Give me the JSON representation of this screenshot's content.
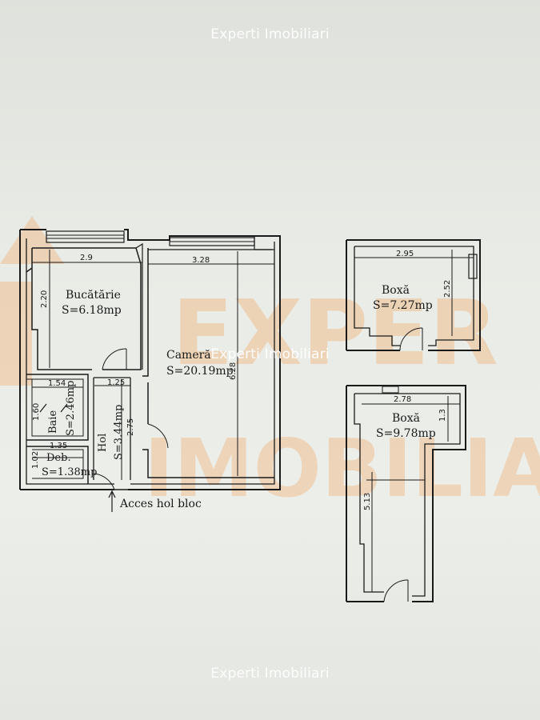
{
  "watermark": {
    "brand_text": "Experti Imobiliari",
    "logo_text": "EXPERTI IMOBILIARE"
  },
  "apartment": {
    "kitchen": {
      "name": "Bucătărie",
      "area": "S=6.18mp",
      "width_dim": "2.9",
      "height_dim": "2.20"
    },
    "room": {
      "name": "Cameră",
      "area": "S=20.19mp",
      "width_dim": "3.28",
      "height_dim": "6.28"
    },
    "bath": {
      "name": "Baie",
      "area": "S=2.46mp",
      "width_dim": "1.54",
      "height_dim": "1.60"
    },
    "hall": {
      "name": "Hol",
      "area": "S=3.44mp",
      "width_dim": "1.25",
      "height_dim": "2.75"
    },
    "storage": {
      "name": "Deb.",
      "area": "S=1.38mp",
      "width_dim": "1.35",
      "height_dim": "1.02"
    },
    "entrance_label": "Acces hol bloc"
  },
  "box1": {
    "name": "Boxă",
    "area": "S=7.27mp",
    "width_dim": "2.95",
    "height_dim": "2.52"
  },
  "box2": {
    "name": "Boxă",
    "area": "S=9.78mp",
    "width_dim": "2.78",
    "height_dim": "1.3",
    "height2_dim": "5.13"
  }
}
